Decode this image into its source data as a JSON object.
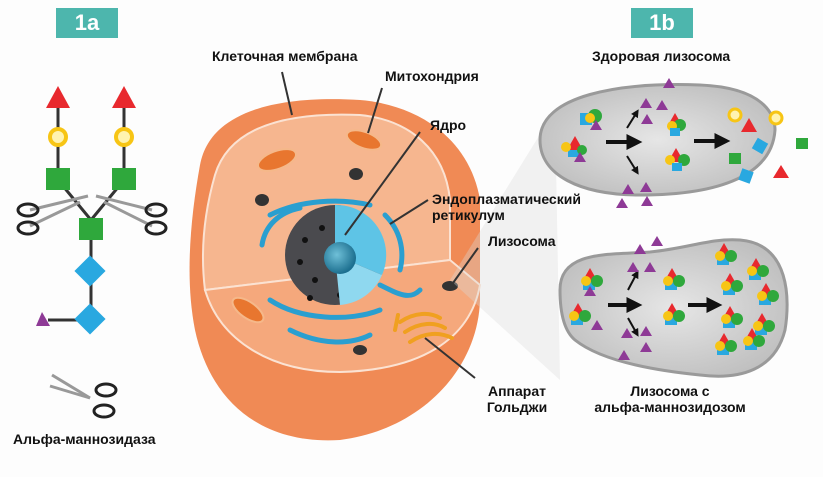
{
  "panels": {
    "a": {
      "badge": "1a",
      "enzyme_label": "Альфа-маннозидаза"
    },
    "b": {
      "badge": "1b",
      "healthy_title": "Здоровая лизосома",
      "disease_title_line1": "Лизосома с",
      "disease_title_line2": "альфа-маннозидозом"
    }
  },
  "cell_labels": {
    "membrane": "Клеточная мембрана",
    "mitochondria": "Митохондрия",
    "nucleus": "Ядро",
    "er_line1": "Эндоплазматический",
    "er_line2": "ретикулум",
    "lysosome": "Лизосома",
    "golgi_line1": "Аппарат",
    "golgi_line2": "Гольджи"
  },
  "colors": {
    "badge": "#4db6ad",
    "cell": "#f08a55",
    "cell_light": "#f6b68f",
    "er": "#2a9fd0",
    "lysosome": "#c9c9c9",
    "red": "#e8292e",
    "yellow": "#f7c515",
    "green": "#2fa83c",
    "blue": "#29a8e0",
    "purple": "#8e3a96"
  }
}
